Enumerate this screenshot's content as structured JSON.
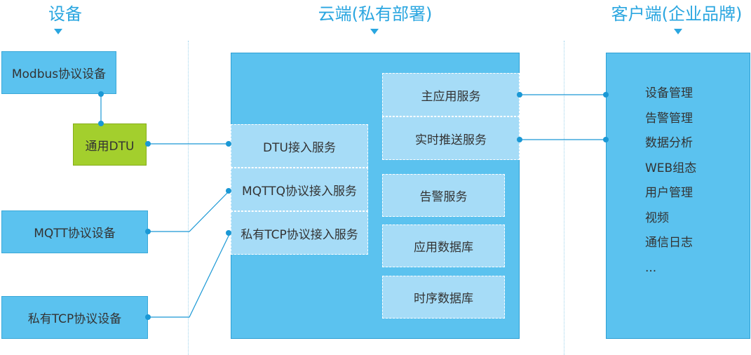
{
  "columns": {
    "devices": "设备",
    "cloud": "云端(私有部署)",
    "client": "客户端(企业品牌)"
  },
  "devices": {
    "modbus": "Modbus协议设备",
    "dtu": "通用DTU",
    "mqtt": "MQTT协议设备",
    "tcp": "私有TCP协议设备"
  },
  "cloud": {
    "access": [
      "DTU接入服务",
      "MQTTQ协议接入服务",
      "私有TCP协议接入服务"
    ],
    "app": [
      "主应用服务",
      "实时推送服务"
    ],
    "other": [
      "告警服务",
      "应用数据库",
      "时序数据库"
    ]
  },
  "client": {
    "items": [
      "设备管理",
      "告警管理",
      "数据分析",
      "WEB组态",
      "用户管理",
      "视频",
      "通信日志",
      "..."
    ]
  },
  "colors": {
    "accent": "#2aa6e0",
    "panel": "#5bc2ef",
    "service": "#a6dcf7",
    "dtu": "#a3cf2d",
    "line": "#1a98d5"
  }
}
